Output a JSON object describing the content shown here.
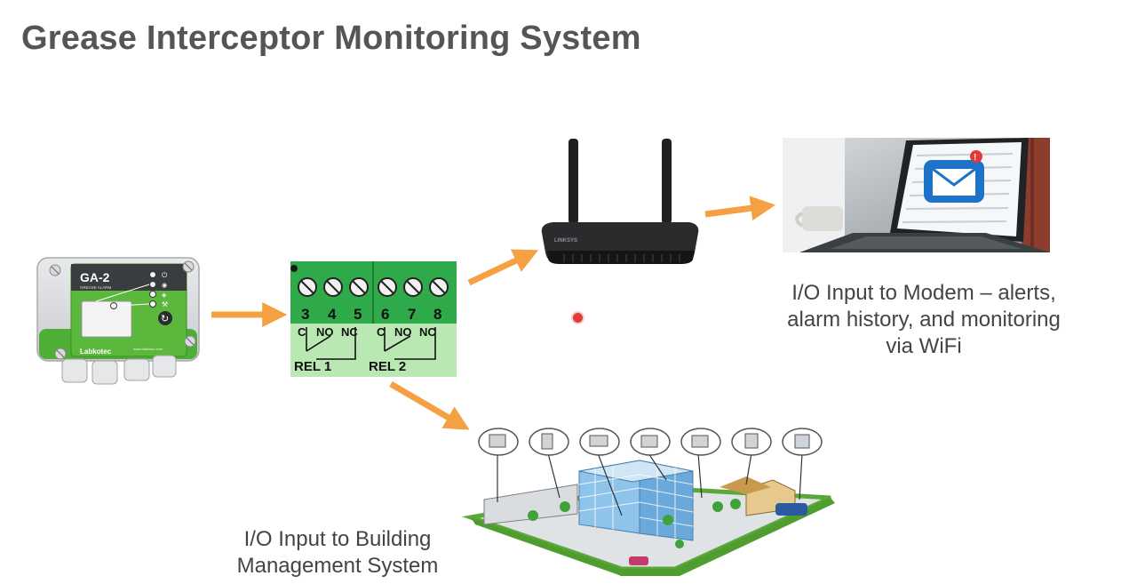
{
  "title": "Grease Interceptor Monitoring System",
  "device": {
    "model": "GA-2",
    "subtitle": "GREASE ALARM",
    "brand": "Labkotec",
    "website": "www.labkotec.com"
  },
  "terminal_block": {
    "numbers": [
      "3",
      "4",
      "5",
      "6",
      "7",
      "8"
    ],
    "relay1_labels": [
      "C",
      "NO",
      "NC"
    ],
    "relay2_labels": [
      "C",
      "NO",
      "NC"
    ],
    "relay1_name": "REL 1",
    "relay2_name": "REL 2"
  },
  "router": {
    "brand": "LINKSYS"
  },
  "captions": {
    "modem_lines": [
      "I/O Input to Modem – alerts,",
      "alarm history, and monitoring",
      "via WiFi"
    ],
    "bms_lines": [
      "I/O Input to Building",
      "Management System"
    ]
  },
  "colors": {
    "arrow": "#f5a043",
    "device_green": "#5cb83d",
    "terminal_green": "#2faa4a",
    "terminal_light": "#b9e8b3",
    "title_gray": "#555555"
  }
}
